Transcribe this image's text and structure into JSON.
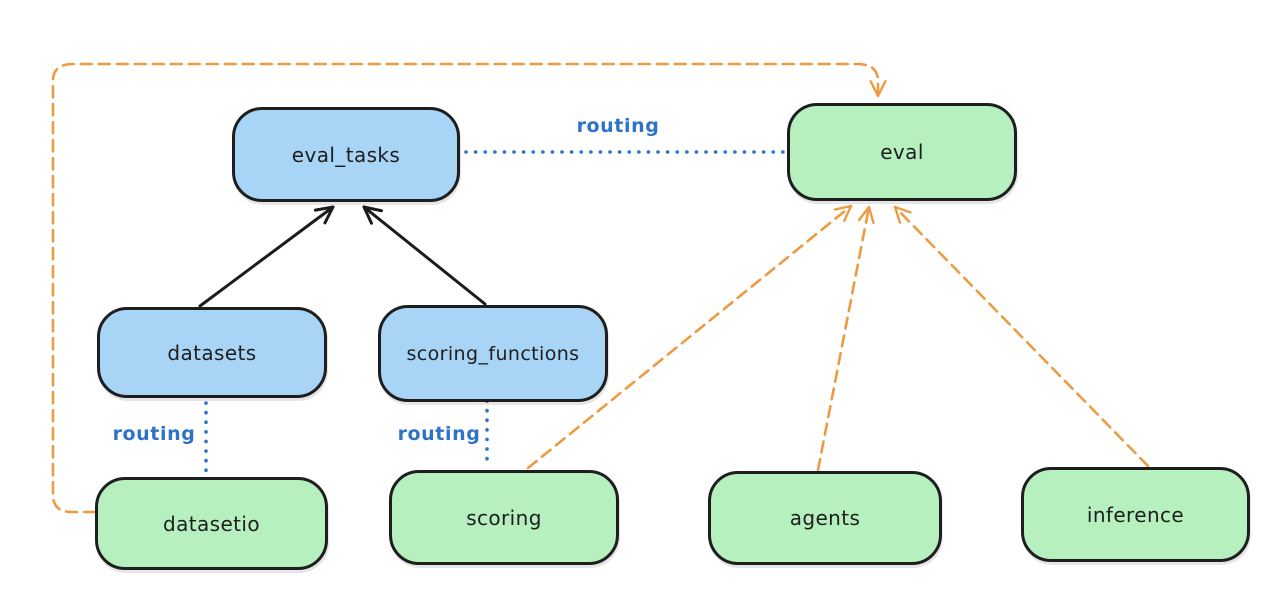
{
  "diagram": {
    "colors": {
      "node_border": "#1e1e1e",
      "blue_fill": "#a8d4f6",
      "green_fill": "#b6f0bf",
      "routing_blue": "#2e73c8",
      "orange": "#ec9b43",
      "edge_black": "#1b1b1b",
      "background": "#ffffff"
    },
    "nodes": [
      {
        "id": "eval_tasks",
        "label": "eval_tasks",
        "fill": "blue_fill"
      },
      {
        "id": "eval",
        "label": "eval",
        "fill": "green_fill"
      },
      {
        "id": "datasets",
        "label": "datasets",
        "fill": "blue_fill"
      },
      {
        "id": "scoring_functions",
        "label": "scoring_functions",
        "fill": "blue_fill"
      },
      {
        "id": "datasetio",
        "label": "datasetio",
        "fill": "green_fill"
      },
      {
        "id": "scoring",
        "label": "scoring",
        "fill": "green_fill"
      },
      {
        "id": "agents",
        "label": "agents",
        "fill": "green_fill"
      },
      {
        "id": "inference",
        "label": "inference",
        "fill": "green_fill"
      }
    ],
    "edges": [
      {
        "from": "datasets",
        "to": "eval_tasks",
        "style": "solid",
        "color": "edge_black",
        "label": ""
      },
      {
        "from": "scoring_functions",
        "to": "eval_tasks",
        "style": "solid",
        "color": "edge_black",
        "label": ""
      },
      {
        "from": "eval_tasks",
        "to": "eval",
        "style": "dotted",
        "color": "routing_blue",
        "label": "routing"
      },
      {
        "from": "datasets",
        "to": "datasetio",
        "style": "dotted",
        "color": "routing_blue",
        "label": "routing"
      },
      {
        "from": "scoring_functions",
        "to": "scoring",
        "style": "dotted",
        "color": "routing_blue",
        "label": "routing"
      },
      {
        "from": "datasetio",
        "to": "eval",
        "style": "dashed",
        "color": "orange",
        "label": ""
      },
      {
        "from": "scoring",
        "to": "eval",
        "style": "dashed",
        "color": "orange",
        "label": ""
      },
      {
        "from": "agents",
        "to": "eval",
        "style": "dashed",
        "color": "orange",
        "label": ""
      },
      {
        "from": "inference",
        "to": "eval",
        "style": "dashed",
        "color": "orange",
        "label": ""
      }
    ]
  }
}
